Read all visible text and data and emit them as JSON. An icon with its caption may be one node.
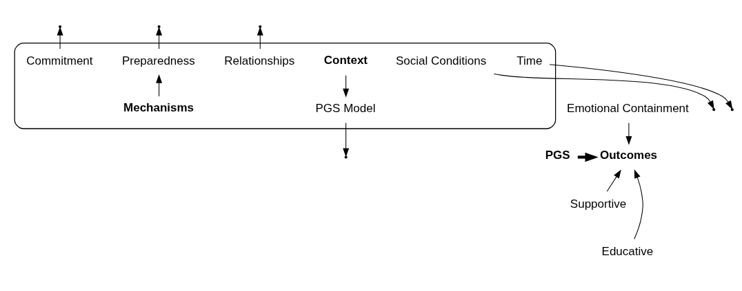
{
  "diagram": {
    "nodes": [
      {
        "text": [],
        "shape": "ellipse"
      },
      {
        "text": [
          "Context"
        ],
        "in": 0
      },
      {
        "text": [
          "Social Conditions"
        ],
        "in": 0
      },
      {
        "text": [
          "PGS Model"
        ],
        "in": 0
      },
      {
        "text": [
          "Time"
        ],
        "in": 0
      },
      {
        "text": [
          "Preparedness"
        ],
        "in": 0
      },
      {
        "text": [
          "Commitment"
        ],
        "in": 0
      },
      {
        "text": [
          "Relationships"
        ],
        "in": 0
      },
      {
        "text": [
          "Mechanisms"
        ],
        "in": 0
      },
      {
        "text": [
          "PGS"
        ]
      },
      {
        "text": [
          "Emotional Containment"
        ]
      },
      {
        "text": [
          "Outcomes"
        ]
      },
      {
        "text": [
          "Supportive"
        ]
      },
      {
        "text": [
          "Educative"
        ]
      }
    ],
    "edges": [
      {
        "from": 9,
        "to": 11,
        "arrow": "to",
        "style": "thick"
      },
      {
        "from": 1,
        "to": 3,
        "arrow": "to"
      },
      {
        "from": 3,
        "to": null,
        "arrow": "to"
      },
      {
        "from": 2,
        "to": null,
        "arrow": "to"
      },
      {
        "from": 4,
        "to": null,
        "arrow": "to"
      },
      {
        "from": 6,
        "to": null,
        "arrow": "to"
      },
      {
        "from": 5,
        "to": null,
        "arrow": "to"
      },
      {
        "from": 8,
        "to": 5,
        "arrow": "to"
      },
      {
        "from": 7,
        "to": null,
        "arrow": "to"
      },
      {
        "from": 10,
        "to": 11,
        "arrow": "to"
      },
      {
        "from": 12,
        "to": 11,
        "arrow": "to"
      },
      {
        "from": 13,
        "to": 11,
        "arrow": "to"
      }
    ]
  }
}
